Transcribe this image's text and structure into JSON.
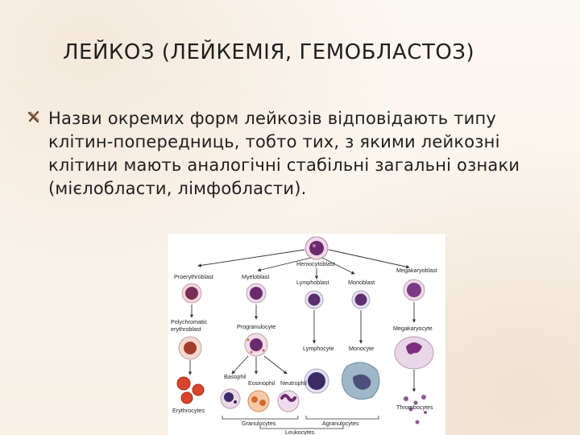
{
  "slide": {
    "title": "ЛЕЙКОЗ (ЛЕЙКЕМІЯ, ГЕМОБЛАСТОЗ)",
    "bullet_icon": "x-mark-icon",
    "bullet_text": "Назви окремих форм лейкозів відповідають типу клітин-попередниць, тобто тих, з якими лейкозні клітини мають аналогічні стабільні загальні ознаки (мієлобласти, лімфобласти)."
  },
  "diagram": {
    "labels": {
      "hemocytoblast": "Hemocytoblast",
      "proerythroblast": "Proerythroblast",
      "myeloblast": "Myeloblast",
      "lymphoblast": "Lymphoblast",
      "monoblast": "Monoblast",
      "megakaryoblast": "Megakaryoblast",
      "polychromatic": "Polychromatic",
      "erythroblast": "erythroblast",
      "progranulocyte": "Progranulocyte",
      "megakaryocyte": "Megakaryocyte",
      "lymphocyte": "Lymphocyte",
      "monocyte": "Monocyte",
      "basophil": "Basophil",
      "eosinophil": "Eosinophil",
      "neutrophil": "Neutrophil",
      "erythrocytes": "Erythrocytes",
      "thrombocytes": "Thrombocytes",
      "granulocytes": "Granulocytes",
      "agranulocytes": "Agranulocytes",
      "leukocytes": "Leukocytes"
    },
    "colors": {
      "cell_membrane": "#efd9e6",
      "nucleus_purple": "#6b2a6e",
      "erythro_nucleus": "#a33c2a",
      "eosino_granules": "#d66a2c",
      "arrow": "#333333",
      "monocyte_body": "#9fb7c8"
    }
  }
}
